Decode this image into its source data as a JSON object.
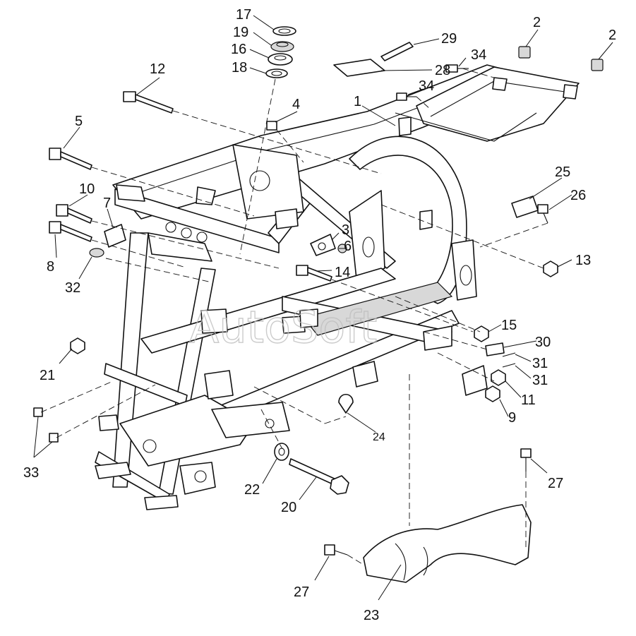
{
  "watermark": "AutoSoft",
  "callouts": {
    "c1": "1",
    "c2a": "2",
    "c2b": "2",
    "c3": "3",
    "c4": "4",
    "c5": "5",
    "c6": "6",
    "c7": "7",
    "c8": "8",
    "c9": "9",
    "c10": "10",
    "c11": "11",
    "c12": "12",
    "c13": "13",
    "c14": "14",
    "c15": "15",
    "c16": "16",
    "c17": "17",
    "c18": "18",
    "c19": "19",
    "c20": "20",
    "c21": "21",
    "c22": "22",
    "c23": "23",
    "c24": "24",
    "c25": "25",
    "c26": "26",
    "c27a": "27",
    "c27b": "27",
    "c28": "28",
    "c29": "29",
    "c30": "30",
    "c31a": "31",
    "c31b": "31",
    "c32": "32",
    "c33": "33",
    "c34a": "34",
    "c34b": "34"
  }
}
